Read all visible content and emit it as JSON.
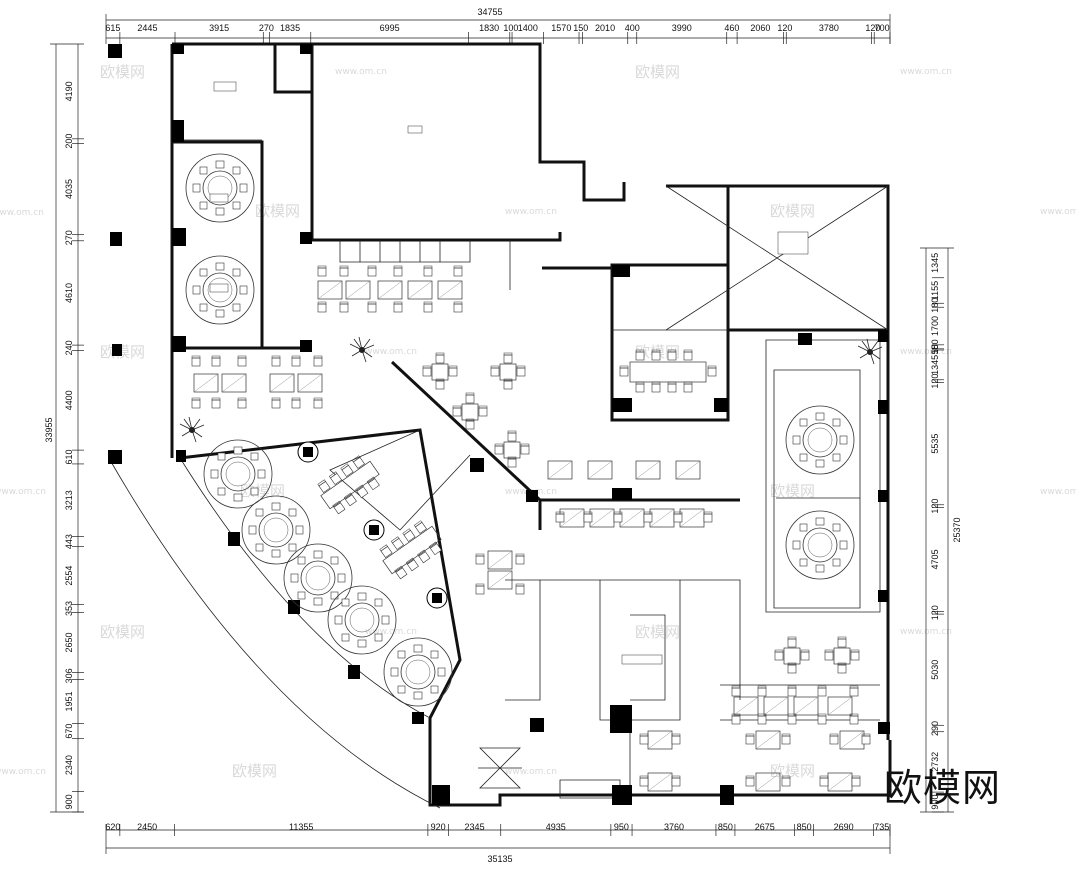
{
  "plan": {
    "overall_top": "34755",
    "overall_bottom": "35135",
    "overall_left": "33955",
    "overall_right": "25370",
    "top_dims": [
      "615",
      "2445",
      "3915",
      "270",
      "1835",
      "6995",
      "1830",
      "100",
      "1400",
      "1570",
      "150",
      "2010",
      "400",
      "3990",
      "460",
      "2060",
      "120",
      "3780",
      "120",
      "700"
    ],
    "bottom_dims": [
      "620",
      "2450",
      "11355",
      "920",
      "2345",
      "4935",
      "950",
      "3760",
      "850",
      "2675",
      "850",
      "2690",
      "735"
    ],
    "left_dims": [
      "4190",
      "200",
      "4035",
      "270",
      "4610",
      "240",
      "4400",
      "610",
      "3213",
      "443",
      "2554",
      "353",
      "2650",
      "306",
      "1951",
      "670",
      "2340",
      "900"
    ],
    "right_dims": [
      "1345",
      "1155",
      "180",
      "1700",
      "180",
      "55",
      "1345",
      "120",
      "5535",
      "120",
      "4705",
      "120",
      "5030",
      "290",
      "2732",
      "900"
    ]
  },
  "watermark": {
    "site": "www.om.cn",
    "cn": "欧模网"
  },
  "brand": "欧模网"
}
